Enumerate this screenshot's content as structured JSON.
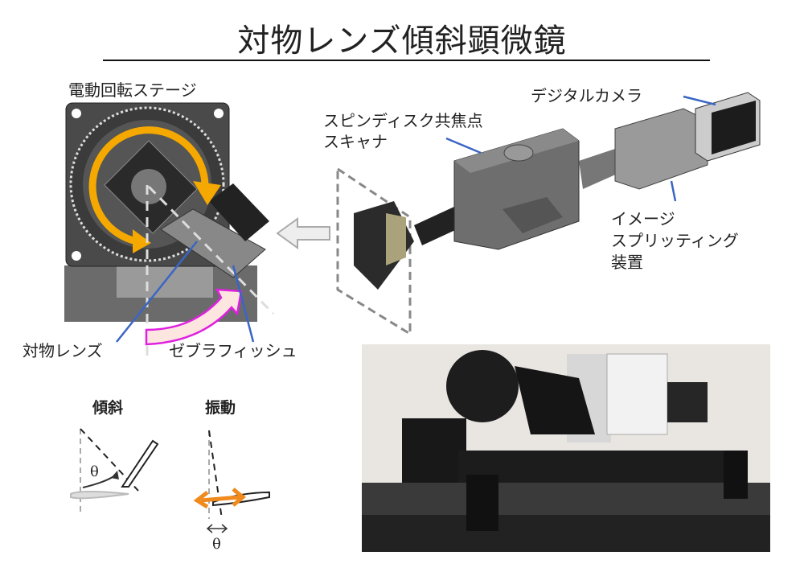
{
  "title": "対物レンズ傾斜顕微鏡",
  "labels": {
    "rotation_stage": "電動回転ステージ",
    "scanner_line1": "スピンディスク共焦点",
    "scanner_line2": "スキャナ",
    "camera": "デジタルカメラ",
    "splitter_line1": "イメージ",
    "splitter_line2": "スプリッティング",
    "splitter_line3": "装置",
    "objective": "対物レンズ",
    "zebrafish": "ゼブラフィッシュ"
  },
  "modes": {
    "tilt": {
      "label": "傾斜",
      "symbol": "θ"
    },
    "vibration": {
      "label": "振動",
      "symbol": "θ"
    }
  },
  "colors": {
    "rotation_arrow": "#f5a800",
    "tilt_arrow_outline": "#e020e0",
    "tilt_arrow_fill": "#fde6e0",
    "leader_line": "#3a66c4",
    "vibration_arrow": "#f08a1c"
  }
}
